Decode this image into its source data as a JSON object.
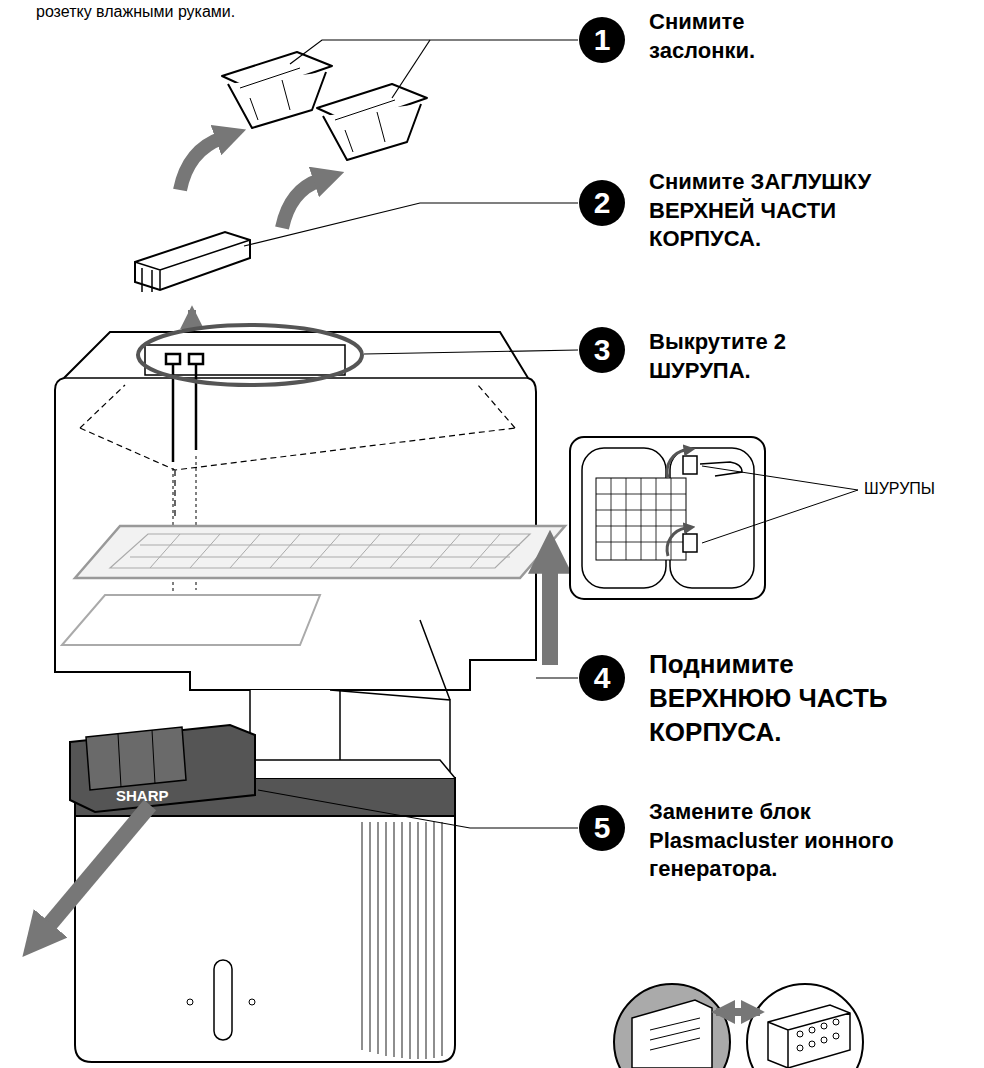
{
  "diagram": {
    "nodes": [
      {
        "text": [
          "1",
          "Снимите заслонки."
        ]
      },
      {
        "text": [
          "2",
          "Снимите ЗАГЛУШКУ ВЕРХНЕЙ ЧАСТИ КОРПУСА."
        ]
      },
      {
        "text": [
          "3",
          "Выкрутите 2 ШУРУПА."
        ]
      },
      {
        "text": [
          "4",
          "Поднимите ВЕРХНЮЮ ЧАСТЬ КОРПУСА."
        ]
      },
      {
        "text": [
          "5",
          "Замените блок Plasmacluster ионного генератора."
        ]
      }
    ],
    "labels": [
      "розетку влажными руками.",
      "ШУРУПЫ",
      "SHARP"
    ]
  }
}
